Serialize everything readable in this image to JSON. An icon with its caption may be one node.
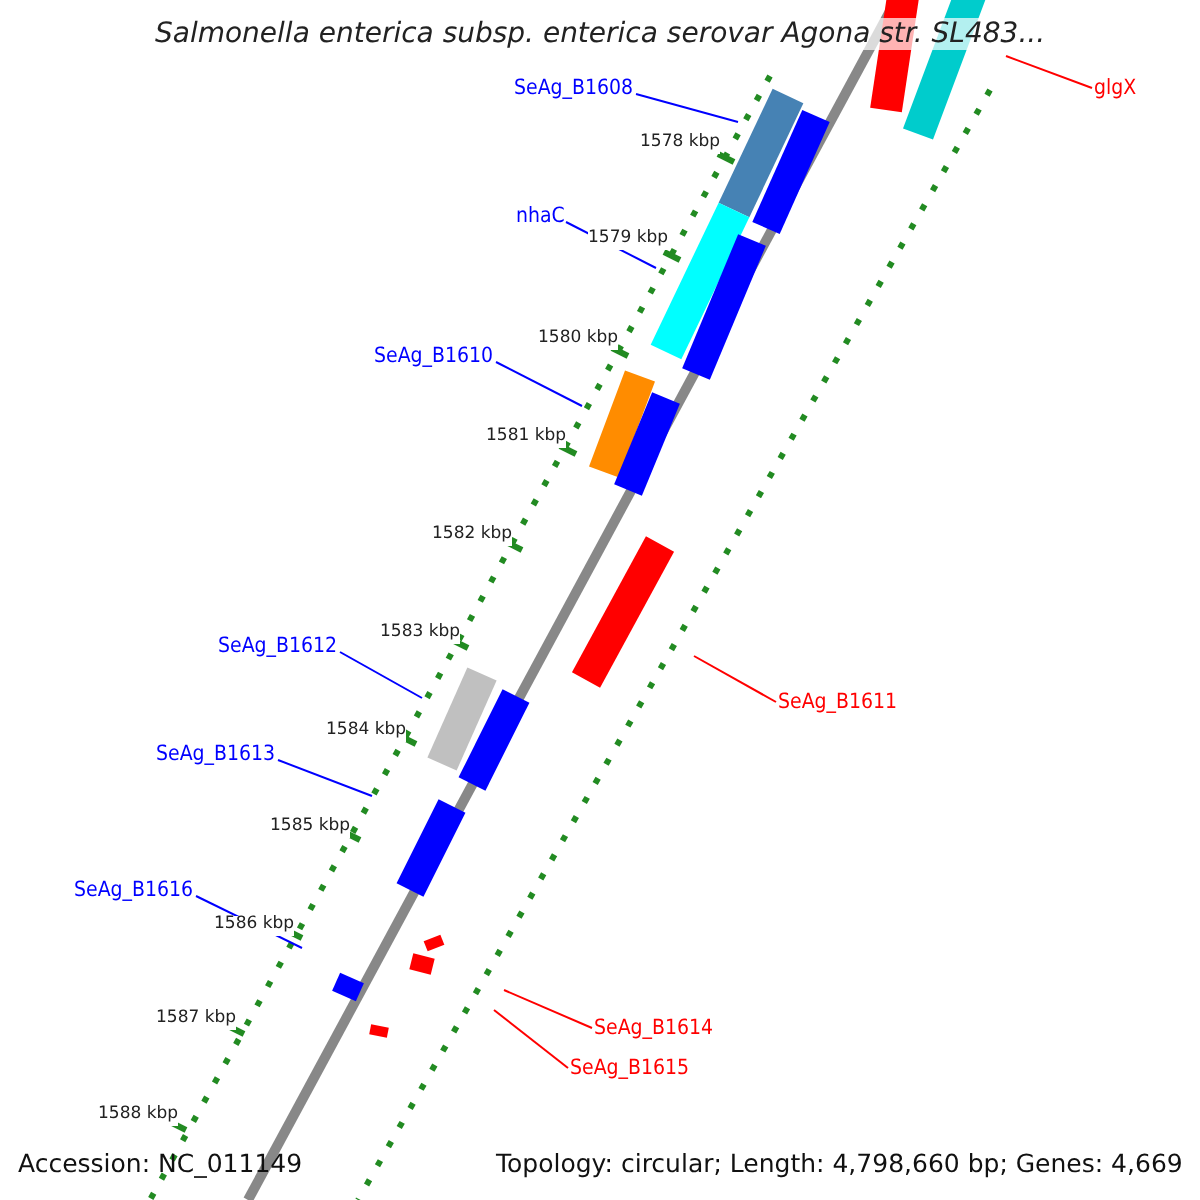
{
  "diagram": {
    "title": "Salmonella enterica subsp. enterica serovar Agona str. SL483...",
    "nodes": [
      {
        "text": [
          "SeAg_B1608"
        ]
      },
      {
        "text": [
          "nhaC"
        ]
      },
      {
        "text": [
          "SeAg_B1610"
        ]
      },
      {
        "text": [
          "SeAg_B1612"
        ]
      },
      {
        "text": [
          "SeAg_B1613"
        ]
      },
      {
        "text": [
          "SeAg_B1616"
        ]
      },
      {
        "text": [
          "glgX"
        ]
      },
      {
        "text": [
          "SeAg_B1611"
        ]
      },
      {
        "text": [
          "SeAg_B1614"
        ]
      },
      {
        "text": [
          "SeAg_B1615"
        ]
      }
    ],
    "edges": [
      {
        "from": 0,
        "to": null,
        "arrow": "none"
      },
      {
        "from": 1,
        "to": null,
        "arrow": "none"
      },
      {
        "from": 2,
        "to": null,
        "arrow": "none"
      },
      {
        "from": 3,
        "to": null,
        "arrow": "none"
      },
      {
        "from": 4,
        "to": null,
        "arrow": "none"
      },
      {
        "from": 5,
        "to": null,
        "arrow": "none"
      },
      {
        "from": 6,
        "to": null,
        "arrow": "none",
        "color": "#ff0000"
      },
      {
        "from": 7,
        "to": null,
        "arrow": "none",
        "color": "#ff0000"
      },
      {
        "from": 8,
        "to": null,
        "arrow": "none",
        "color": "#ff0000"
      },
      {
        "from": 9,
        "to": null,
        "arrow": "none",
        "color": "#ff0000"
      }
    ],
    "labels": [
      "1578 kbp",
      "1579 kbp",
      "1580 kbp",
      "1581 kbp",
      "1582 kbp",
      "1583 kbp",
      "1584 kbp",
      "1585 kbp",
      "1586 kbp",
      "1587 kbp",
      "1588 kbp",
      "Accession: NC_011149",
      "Topology: circular; Length: 4,798,660 bp; Genes: 4,669"
    ]
  }
}
